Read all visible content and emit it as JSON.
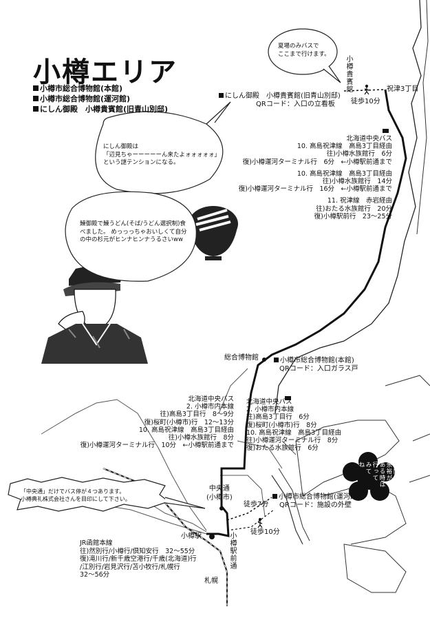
{
  "title": "小樽エリア",
  "legend": [
    "小樽市総合博物館(本館)",
    "小樽市総合博物館(運河館)",
    "にしん御殿　小樽貴賓館(旧青山別邸)"
  ],
  "bubbles": {
    "summer": "夏場のみバスで\nここまで行けます。",
    "nishin": "にしん御殿は\n「辺見ちゃーーーーーん来たよォォォォォ」\nという謎テンションになる。",
    "udon": "鰊御殿で鰊うどん(そば/うどん選択制)食べました。\nめっっっちゃおいしくて自分の中の杉元がヒンナヒンナうるさいww",
    "chuodori": "「中央通」だけでバス停が４つあります。\n小樽典礼株式会社さんを目印にして下さい。",
    "jikan": "時間に\n余裕が\nある時は\n行って\nみて\nね"
  },
  "places": {
    "kihinkan_vertical": "小樽貴賓館",
    "shukutsu": "祝津3丁目",
    "walk10_top": "徒歩10分",
    "kihinkan_entry": "にしん御殿　小樽貴賓館(旧青山別邸)",
    "kihinkan_qr": "QRコード：入口の立看板",
    "sogo_stop": "総合博物館",
    "honkan_entry": "小樽市総合博物館(本館)",
    "honkan_qr": "QRコード：入口ガラス戸",
    "chuodori_stop": "中央通\n(小樽市)",
    "walk7": "徒歩7分",
    "unga_entry": "小樽市総合博物館(運河館)",
    "unga_qr": "QRコード：施設の外壁",
    "walk10_bottom": "徒歩10分",
    "otaru_station": "小樽駅",
    "ekimae_vertical": "小樽駅前通",
    "sapporo": "札幌"
  },
  "bus_top": [
    "北海道中央バス",
    "10. 高島祝津線　高島3丁目経由",
    "往)小樽水族館行　6分",
    "復)小樽運河ターミナル行　6分　←小樽駅前通まで",
    "",
    "10. 高島祝津線　高島3丁目経由",
    "往)小樽水族館行　14分",
    "復)小樽運河ターミナル行　16分　←小樽駅前通まで",
    "",
    "11. 祝津線　赤岩経由",
    "往)おたる水族館行　20分",
    "復)小樽駅前行　23～25分"
  ],
  "bus_left": [
    "北海道中央バス",
    "2. 小樽市内本線",
    "往)高島3丁目行　8～9分",
    "復)桜町(小樽市)行　12～13分",
    "10. 高島祝津線　高島3丁目経由",
    "往)小樽水族館行　8分",
    "復)小樽運河ターミナル行　10分　←小樽駅前通まで"
  ],
  "bus_right": [
    "北海道中央バス",
    "2. 小樽市内本線",
    "往)高島3丁目行　6分",
    "復)桜町(小樽市)行　8分",
    "10. 高島祝津線　高島3丁目経由",
    "往)小樽運河ターミナル行　8分",
    "復)おたる水族館行　6分"
  ],
  "jr": [
    "JR函館本線",
    "往)然別行/小樽行/倶知安行　32～55分",
    "復)滝川行/新千歳空港行/千歳(北海道)行",
    "/江別行/岩見沢行/苫小牧行/札幌行",
    "32～56分"
  ]
}
